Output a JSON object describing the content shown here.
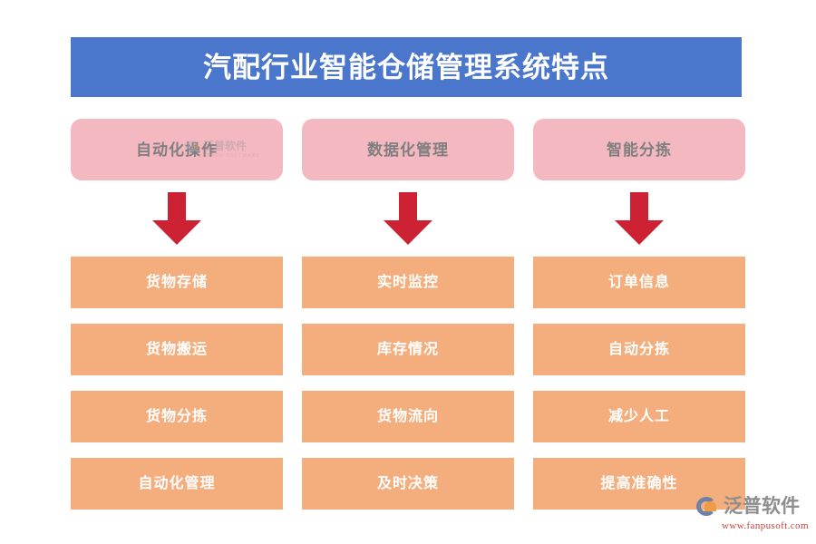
{
  "banner": {
    "title": "汽配行业智能仓储管理系统特点",
    "background_color": "#4a76cc",
    "text_color": "#ffffff"
  },
  "colors": {
    "banner_blue": "#4a76cc",
    "header_pink": "#f4b8c1",
    "row_orange": "#f4ae7d",
    "arrow_red": "#cc2233",
    "header_text_gray": "#7f7f7f",
    "row_text_white": "#ffffff",
    "page_background": "#ffffff"
  },
  "columns": [
    {
      "header": "自动化操作",
      "arrow": "arrow-down-icon",
      "items": [
        "货物存储",
        "货物搬运",
        "货物分拣",
        "自动化管理"
      ]
    },
    {
      "header": "数据化管理",
      "arrow": "arrow-down-icon",
      "items": [
        "实时监控",
        "库存情况",
        "货物流向",
        "及时决策"
      ]
    },
    {
      "header": "智能分拣",
      "arrow": "arrow-down-icon",
      "items": [
        "订单信息",
        "自动分拣",
        "减少人工",
        "提高准确性"
      ]
    }
  ],
  "watermark": {
    "brand_cn": "泛普软件",
    "brand_en": "FANPU SOFTWARE"
  },
  "logo": {
    "brand_cn": "泛普软件",
    "url": "www.fanpusoft.com",
    "mark_color": "#6f82a6",
    "accent_color": "#ef9b44",
    "url_color": "#c8433f"
  }
}
